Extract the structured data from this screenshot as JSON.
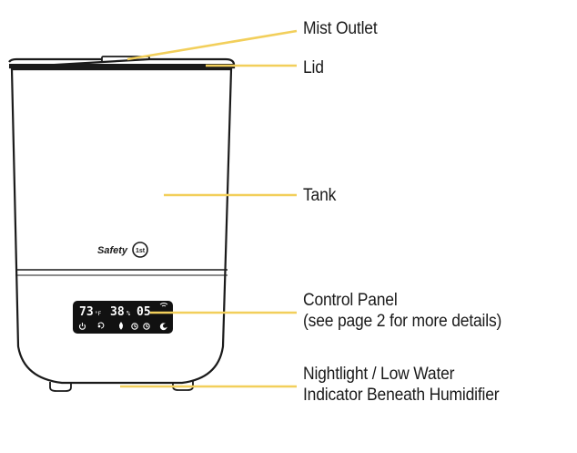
{
  "callouts": {
    "mist_outlet": "Mist Outlet",
    "lid": "Lid",
    "tank": "Tank",
    "control_panel": {
      "line1": "Control Panel",
      "line2": "(see page 2 for more details)"
    },
    "nightlight": {
      "line1": "Nightlight / Low Water",
      "line2": "Indicator Beneath Humidifier"
    }
  },
  "device": {
    "brand": "Safety",
    "brand_badge": "1st",
    "display_temp": "73",
    "display_temp_unit": "°F",
    "display_humidity": "38",
    "display_humidity_unit": "%",
    "display_time": "05"
  },
  "panel_icons": [
    "power-icon",
    "mist-level-icon",
    "humidity-drop-icon",
    "timer-icon",
    "clock-icon",
    "night-mode-icon"
  ],
  "colors": {
    "leader_line": "#f2cf5b",
    "outline": "#1a1a1a",
    "panel_bg": "#111111",
    "text": "#1a1a1a"
  }
}
